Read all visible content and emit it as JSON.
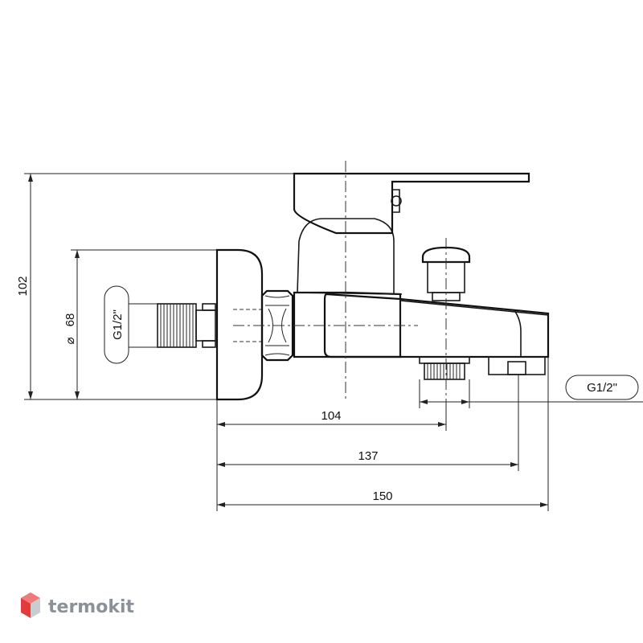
{
  "dimensions": {
    "height_total": "102",
    "diameter_flange": "68",
    "diameter_symbol": "⌀",
    "length_spout_inlet": "104",
    "length_diverter_outlet": "137",
    "length_total": "150"
  },
  "thread_left": "G1/2\"",
  "thread_right": "G1/2\"",
  "brand": {
    "name": "termokit",
    "logo_icon": "hexagon-cube-logo-icon",
    "logo_colors": [
      "#e23b3b",
      "#f07a7a",
      "#c9cdd2"
    ]
  }
}
